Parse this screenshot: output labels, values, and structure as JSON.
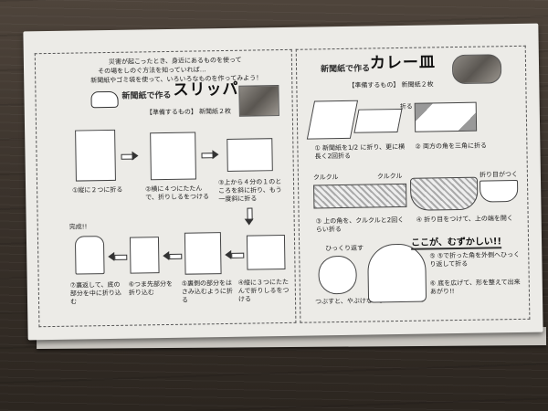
{
  "sheet": {
    "intro": {
      "line1": "災害が起こったとき、身近にあるものを使って",
      "line2": "その場をしのぐ方法を知っていれば…",
      "line3": "新聞紙やゴミ袋を使って、いろいろなものを作ってみよう！"
    },
    "slipper": {
      "subtitle": "新聞紙で作る",
      "title": "スリッパ",
      "materials": "【準備するもの】 新聞紙２枚",
      "done_label": "完成!!",
      "steps": [
        "①縦に２つに折る",
        "②横に４つにたたんで、折りしるをつける",
        "③上から４分の１のところを斜に折り、もう一度斜に折る",
        "④縦に３つにたたんで折りしるをつける",
        "⑤裏側の部分をはさみ込むように折る",
        "⑥つま先部分を折り込む",
        "⑦裏返して、底の部分を中に折り込む"
      ]
    },
    "curry_plate": {
      "subtitle": "新聞紙で作る",
      "title": "カレー皿",
      "materials": "【準備するもの】 新聞紙２枚",
      "label_fold": "折る",
      "label_twirl": "クルクル",
      "label_attach": "折り目がつく",
      "label_flip": "ひっくり返す",
      "highlight": "ここが、むずかしい!!",
      "steps": [
        "① 新聞紙を1/2 に折り、更に横長く2回折る",
        "② 両方の角を三角に折る",
        "③ 上の角を、クルクルと2回くらい折る",
        "④ 折り目をつけて、上の端を開く",
        "⑤ ⑤で折った角を外側へひっくり返して折る",
        "⑥ 底を広げて、形を整えて出来あがり!!",
        "つぶすと、やぶけないよ"
      ]
    }
  }
}
